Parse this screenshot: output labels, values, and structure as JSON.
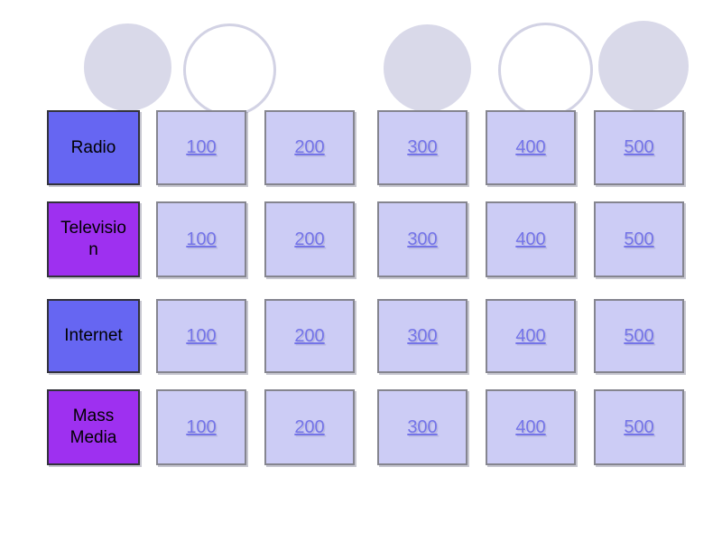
{
  "page": {
    "background_color": "#ffffff"
  },
  "colors": {
    "page_bg": "#ffffff",
    "category_blue": "#6666f2",
    "category_purple": "#9e30f0",
    "category_text": "#000000",
    "category_border": "#32323c",
    "value_cell_bg": "#ccccf5",
    "value_cell_border": "#85858f",
    "link_color": "#7474e8",
    "link_shadow": "#b9b9e0",
    "circle_fill": "#d9d9e9",
    "circle_outline": "#d2d2e4"
  },
  "decorations": {
    "circles": [
      {
        "name": "circle-1",
        "variant": "filled"
      },
      {
        "name": "circle-2",
        "variant": "outlined"
      },
      {
        "name": "circle-3",
        "variant": "filled"
      },
      {
        "name": "circle-4",
        "variant": "outlined"
      },
      {
        "name": "circle-5",
        "variant": "filled"
      }
    ]
  },
  "board": {
    "rows": [
      {
        "category": "Radio",
        "color_key": "category_blue",
        "values": [
          "100",
          "200",
          "300",
          "400",
          "500"
        ]
      },
      {
        "category": "Television",
        "color_key": "category_purple",
        "values": [
          "100",
          "200",
          "300",
          "400",
          "500"
        ]
      },
      {
        "category": "Internet",
        "color_key": "category_blue",
        "values": [
          "100",
          "200",
          "300",
          "400",
          "500"
        ]
      },
      {
        "category": "Mass Media",
        "color_key": "category_purple",
        "values": [
          "100",
          "200",
          "300",
          "400",
          "500"
        ]
      }
    ]
  }
}
